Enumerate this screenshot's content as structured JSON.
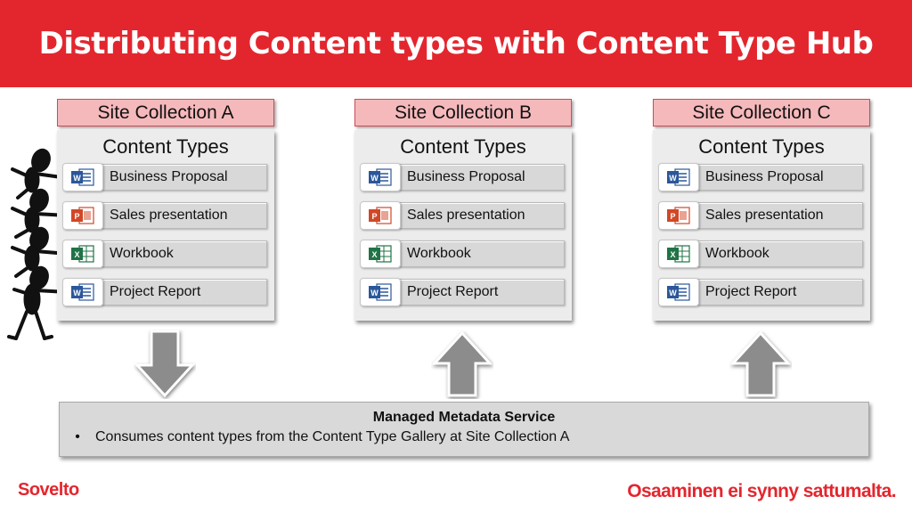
{
  "slide": {
    "title": "Distributing Content types with Content Type Hub"
  },
  "site_collections": [
    {
      "header": "Site Collection A",
      "content_types_title": "Content Types",
      "items": [
        {
          "label": "Business Proposal",
          "icon": "word-icon"
        },
        {
          "label": "Sales presentation",
          "icon": "powerpoint-icon"
        },
        {
          "label": "Workbook",
          "icon": "excel-icon"
        },
        {
          "label": "Project Report",
          "icon": "word-icon"
        }
      ],
      "arrow": "down"
    },
    {
      "header": "Site Collection B",
      "content_types_title": "Content Types",
      "items": [
        {
          "label": "Business Proposal",
          "icon": "word-icon"
        },
        {
          "label": "Sales presentation",
          "icon": "powerpoint-icon"
        },
        {
          "label": "Workbook",
          "icon": "excel-icon"
        },
        {
          "label": "Project Report",
          "icon": "word-icon"
        }
      ],
      "arrow": "up"
    },
    {
      "header": "Site Collection C",
      "content_types_title": "Content Types",
      "items": [
        {
          "label": "Business Proposal",
          "icon": "word-icon"
        },
        {
          "label": "Sales presentation",
          "icon": "powerpoint-icon"
        },
        {
          "label": "Workbook",
          "icon": "excel-icon"
        },
        {
          "label": "Project Report",
          "icon": "word-icon"
        }
      ],
      "arrow": "up"
    }
  ],
  "managed_metadata": {
    "title": "Managed Metadata Service",
    "bullet": "Consumes content types from the Content Type Gallery at Site Collection A"
  },
  "footer": {
    "logo": "Sovelto",
    "slogan": "Osaaminen ei synny sattumalta."
  },
  "colors": {
    "brand_red": "#e3262e",
    "header_pink": "#f5b9bc",
    "word_blue": "#2b579a",
    "powerpoint_orange": "#d24726",
    "excel_green": "#217346",
    "arrow_gray": "#8c8c8c"
  }
}
